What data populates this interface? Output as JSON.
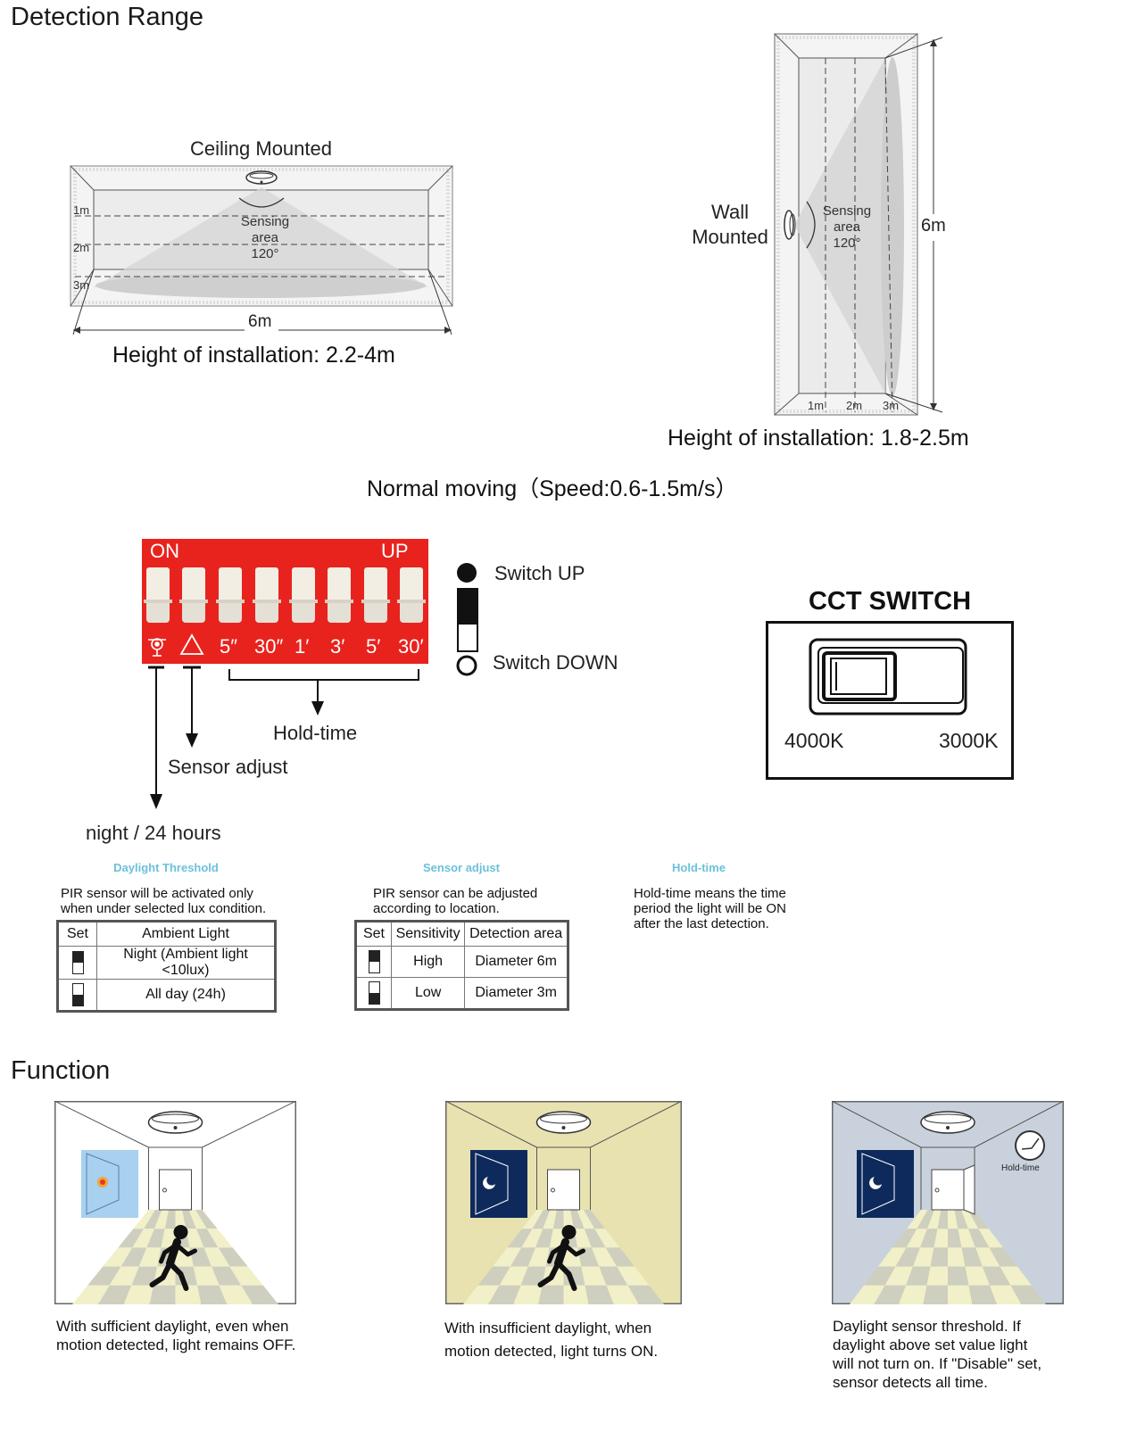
{
  "detection": {
    "section_title": "Detection Range",
    "ceiling": {
      "title": "Ceiling Mounted",
      "sensing": [
        "Sensing",
        "area",
        "120°"
      ],
      "marks": [
        "1m",
        "2m",
        "3m"
      ],
      "width": "6m",
      "height_text": "Height of installation: 2.2-4m"
    },
    "wall": {
      "title": [
        "Wall",
        "Mounted"
      ],
      "sensing": [
        "Sensing",
        "area",
        "120°"
      ],
      "marks": [
        "1m",
        "2m",
        "3m"
      ],
      "height": "6m",
      "height_text": "Height of installation: 1.8-2.5m"
    },
    "speed_text": "Normal moving（Speed:0.6-1.5m/s）"
  },
  "dip": {
    "on_label": "ON",
    "up_label": "UP",
    "hold_labels": [
      "5″",
      "30″",
      "1′",
      "3′",
      "5′",
      "30′"
    ],
    "legend_up": "Switch UP",
    "legend_down": "Switch DOWN",
    "hold_time_label": "Hold-time",
    "sensor_adjust_label": "Sensor adjust",
    "night_label": "night / 24 hours",
    "colors": {
      "panel": "#e8231e",
      "key": "#f3eee4"
    }
  },
  "cct": {
    "title": "CCT SWITCH",
    "left": "4000K",
    "right": "3000K"
  },
  "tables": {
    "daylight": {
      "heading": "Daylight Threshold",
      "desc": [
        "PIR sensor will be activated only",
        "when under selected lux condition."
      ],
      "headers": [
        "Set",
        "Ambient Light"
      ],
      "rows": [
        "Night (Ambient light <10lux)",
        "All day (24h)"
      ]
    },
    "sensor": {
      "heading": "Sensor adjust",
      "desc": [
        "PIR sensor can be adjusted",
        "according to location."
      ],
      "headers": [
        "Set",
        "Sensitivity",
        "Detection area"
      ],
      "rows": [
        [
          "High",
          "Diameter 6m"
        ],
        [
          "Low",
          "Diameter 3m"
        ]
      ]
    },
    "hold": {
      "heading": "Hold-time",
      "desc": [
        "Hold-time means the time",
        "period the light will be ON",
        "after the last detection."
      ]
    }
  },
  "function": {
    "section_title": "Function",
    "hold_icon_label": "Hold-time",
    "captions": [
      [
        "With sufficient daylight, even when",
        "motion detected, light remains OFF."
      ],
      [
        "With insufficient daylight, when",
        "motion detected, light turns ON."
      ],
      [
        "Daylight sensor threshold. If",
        "daylight above set value light",
        "will not turn on. If \"Disable\" set,",
        "sensor detects all time."
      ]
    ],
    "colors": {
      "sky": "#a8d0ef",
      "warm": "#e8e2b0",
      "cool": "#c9d2dc",
      "navy": "#0e2a5c",
      "tile": "#f1f0c8"
    }
  }
}
